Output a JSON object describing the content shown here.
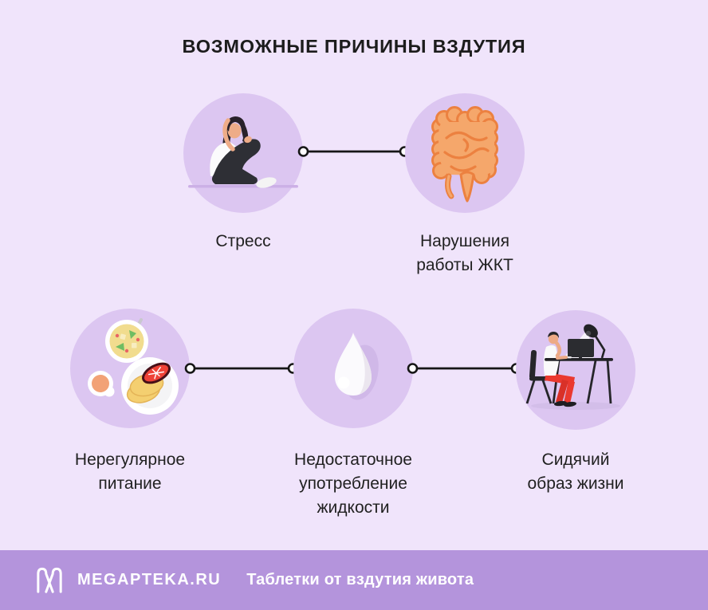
{
  "title": "ВОЗМОЖНЫЕ ПРИЧИНЫ ВЗДУТИЯ",
  "colors": {
    "page_background": "#f0e4fb",
    "circle_background": "#dcc6f1",
    "text": "#212121",
    "connector": "#161616",
    "footer_background": "#b494dc",
    "footer_text": "#ffffff",
    "intestine_orange": "#f5a76b",
    "fish_red": "#ee4237",
    "pants_red": "#ea392f"
  },
  "causes": [
    {
      "id": "stress",
      "label": "Стресс",
      "icon": "stressed-person-illustration"
    },
    {
      "id": "gi-disorders",
      "label": "Нарушения\nработы ЖКТ",
      "icon": "intestines-illustration"
    },
    {
      "id": "irregular-eating",
      "label": "Нерегулярное\nпитание",
      "icon": "food-plates-illustration"
    },
    {
      "id": "low-fluid-intake",
      "label": "Недостаточное\nупотребление\nжидкости",
      "icon": "water-drop-illustration"
    },
    {
      "id": "sedentary-lifestyle",
      "label": "Сидячий\nобраз жизни",
      "icon": "person-at-desk-illustration"
    }
  ],
  "footer": {
    "brand": "MEGAPTEKA.RU",
    "tagline": "Таблетки от вздутия живота",
    "logo": "megapteka-m-logo"
  }
}
